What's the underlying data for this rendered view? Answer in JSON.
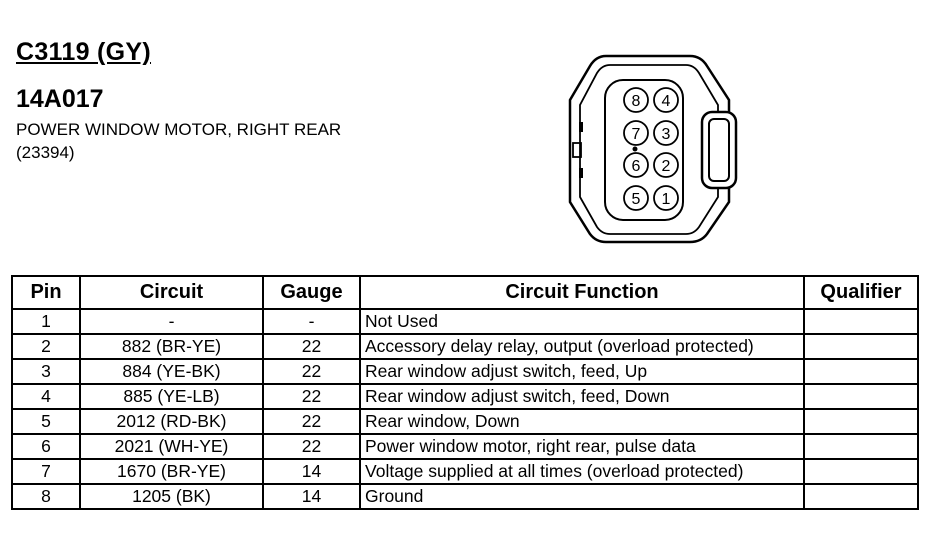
{
  "connector_id": "C3119 (GY)",
  "part_number": "14A017",
  "description": "POWER WINDOW MOTOR, RIGHT REAR (23394)",
  "connector_face": {
    "pins_left_column": [
      "8",
      "7",
      "6",
      "5"
    ],
    "pins_right_column": [
      "4",
      "3",
      "2",
      "1"
    ]
  },
  "table": {
    "headers": {
      "pin": "Pin",
      "circuit": "Circuit",
      "gauge": "Gauge",
      "function": "Circuit Function",
      "qualifier": "Qualifier"
    },
    "rows": [
      {
        "pin": "1",
        "circuit": "-",
        "gauge": "-",
        "function": "Not Used",
        "qualifier": ""
      },
      {
        "pin": "2",
        "circuit": "882 (BR-YE)",
        "gauge": "22",
        "function": "Accessory delay relay, output (overload protected)",
        "qualifier": ""
      },
      {
        "pin": "3",
        "circuit": "884 (YE-BK)",
        "gauge": "22",
        "function": "Rear window adjust switch, feed, Up",
        "qualifier": ""
      },
      {
        "pin": "4",
        "circuit": "885 (YE-LB)",
        "gauge": "22",
        "function": "Rear window adjust switch, feed, Down",
        "qualifier": ""
      },
      {
        "pin": "5",
        "circuit": "2012 (RD-BK)",
        "gauge": "22",
        "function": "Rear window, Down",
        "qualifier": ""
      },
      {
        "pin": "6",
        "circuit": "2021 (WH-YE)",
        "gauge": "22",
        "function": "Power window motor, right rear, pulse data",
        "qualifier": ""
      },
      {
        "pin": "7",
        "circuit": "1670 (BR-YE)",
        "gauge": "14",
        "function": "Voltage supplied at all times (overload protected)",
        "qualifier": ""
      },
      {
        "pin": "8",
        "circuit": "1205 (BK)",
        "gauge": "14",
        "function": "Ground",
        "qualifier": ""
      }
    ]
  }
}
